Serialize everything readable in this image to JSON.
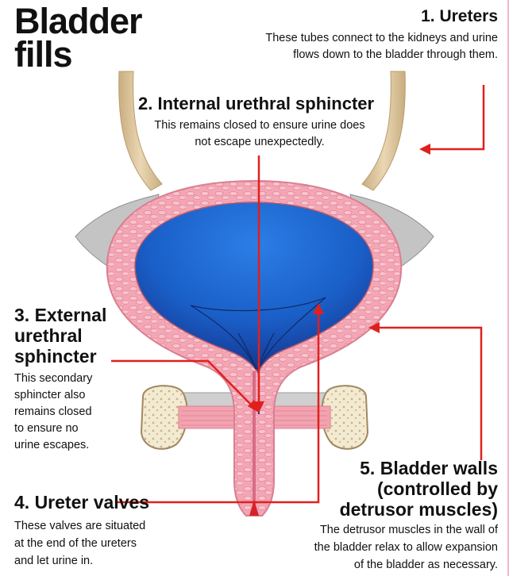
{
  "title": {
    "line1": "Bladder",
    "line2": "fills"
  },
  "callouts": [
    {
      "number": "1.",
      "label": "1. Ureters",
      "desc_lines": [
        "These tubes connect to the kidneys and urine",
        "flows down to the bladder through them."
      ]
    },
    {
      "number": "2.",
      "label": "2. Internal urethral sphincter",
      "desc_lines": [
        "This remains closed to ensure urine does",
        "not escape unexpectedly."
      ]
    },
    {
      "number": "3.",
      "label_lines": [
        "3. External",
        "urethral",
        "sphincter"
      ],
      "desc_lines": [
        "This secondary",
        "sphincter also",
        "remains closed",
        "to ensure no",
        "urine escapes."
      ]
    },
    {
      "number": "4.",
      "label": "4. Ureter valves",
      "desc_lines": [
        "These valves are situated",
        "at the end of the ureters",
        "and let urine in."
      ]
    },
    {
      "number": "5.",
      "label_lines": [
        "5. Bladder walls",
        "(controlled by",
        "detrusor muscles)"
      ],
      "desc_lines": [
        "The detrusor muscles in the wall of",
        "the bladder relax to allow expansion",
        "of the bladder as necessary."
      ]
    }
  ],
  "colors": {
    "leader_line": "#e0201e",
    "urine_blue": "#1a5fc8",
    "muscle_pink": "#f3a3b0",
    "ureter_tan": "#d9c29a",
    "bone": "#f3ead2",
    "grey_tissue": "#b9b9b9"
  }
}
